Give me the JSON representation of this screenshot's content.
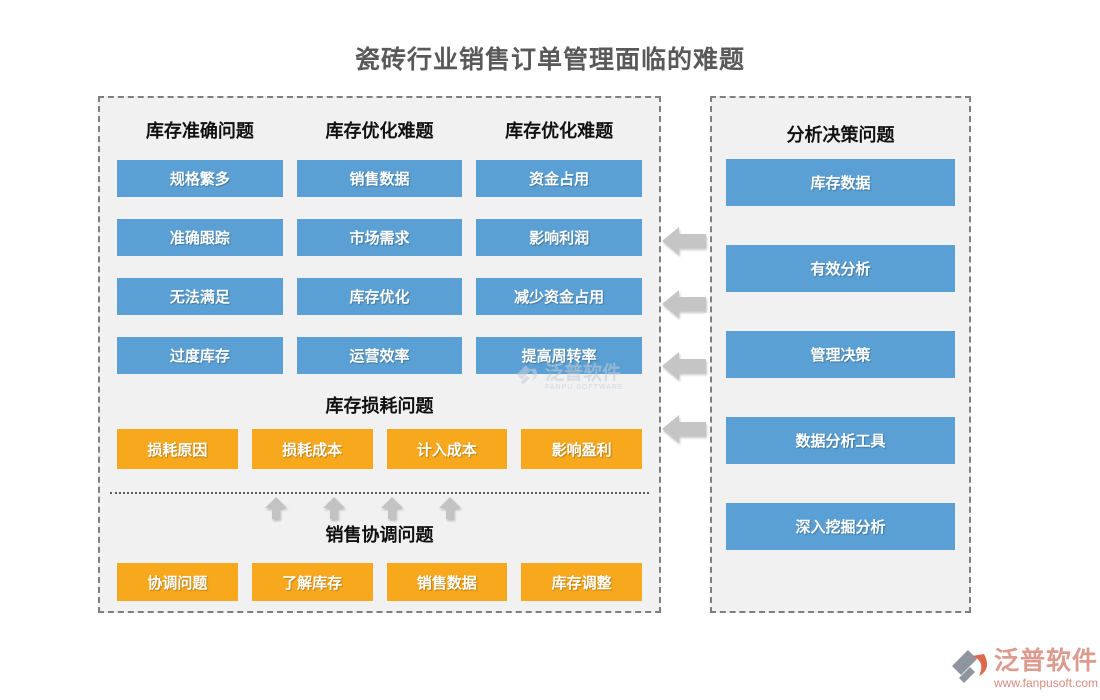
{
  "page": {
    "title": "瓷砖行业销售订单管理面临的难题"
  },
  "left_panel": {
    "columns": [
      {
        "header": "库存准确问题",
        "items": [
          "规格繁多",
          "准确跟踪",
          "无法满足",
          "过度库存"
        ]
      },
      {
        "header": "库存优化难题",
        "items": [
          "销售数据",
          "市场需求",
          "库存优化",
          "运营效率"
        ]
      },
      {
        "header": "库存优化难题",
        "items": [
          "资金占用",
          "影响利润",
          "减少资金占用",
          "提高周转率"
        ]
      }
    ],
    "loss_section": {
      "header": "库存损耗问题",
      "items": [
        "损耗原因",
        "损耗成本",
        "计入成本",
        "影响盈利"
      ]
    },
    "coordination_section": {
      "header": "销售协调问题",
      "items": [
        "协调问题",
        "了解库存",
        "销售数据",
        "库存调整"
      ]
    }
  },
  "right_panel": {
    "header": "分析决策问题",
    "items": [
      "库存数据",
      "有效分析",
      "管理决策",
      "数据分析工具",
      "深入挖掘分析"
    ]
  },
  "watermark": {
    "name": "泛普软件",
    "subname": "FANPU SOFTWARE"
  },
  "brand": {
    "name": "泛普软件",
    "website": "www.fanpusoft.com"
  },
  "colors": {
    "blue": "#5aa0d4",
    "orange": "#f8a81c",
    "arrow_gray": "#c5c5c5",
    "panel_bg": "#f1f1f2",
    "title_gray": "#595959"
  }
}
